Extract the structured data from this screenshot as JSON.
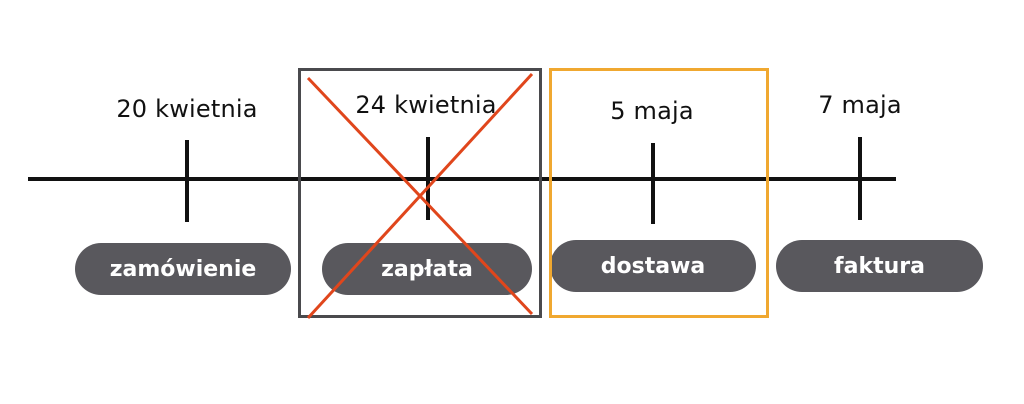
{
  "timeline": {
    "events": [
      {
        "date": "20 kwietnia",
        "label": "zamówienie"
      },
      {
        "date": "24 kwietnia",
        "label": "zapłata"
      },
      {
        "date": "5 maja",
        "label": "dostawa"
      },
      {
        "date": "7 maja",
        "label": "faktura"
      }
    ]
  },
  "colors": {
    "line": "#111111",
    "pill": "#59585d",
    "cross": "#e0461c",
    "highlight_frame": "#f0a830",
    "crossed_frame": "#4a4a4d"
  }
}
